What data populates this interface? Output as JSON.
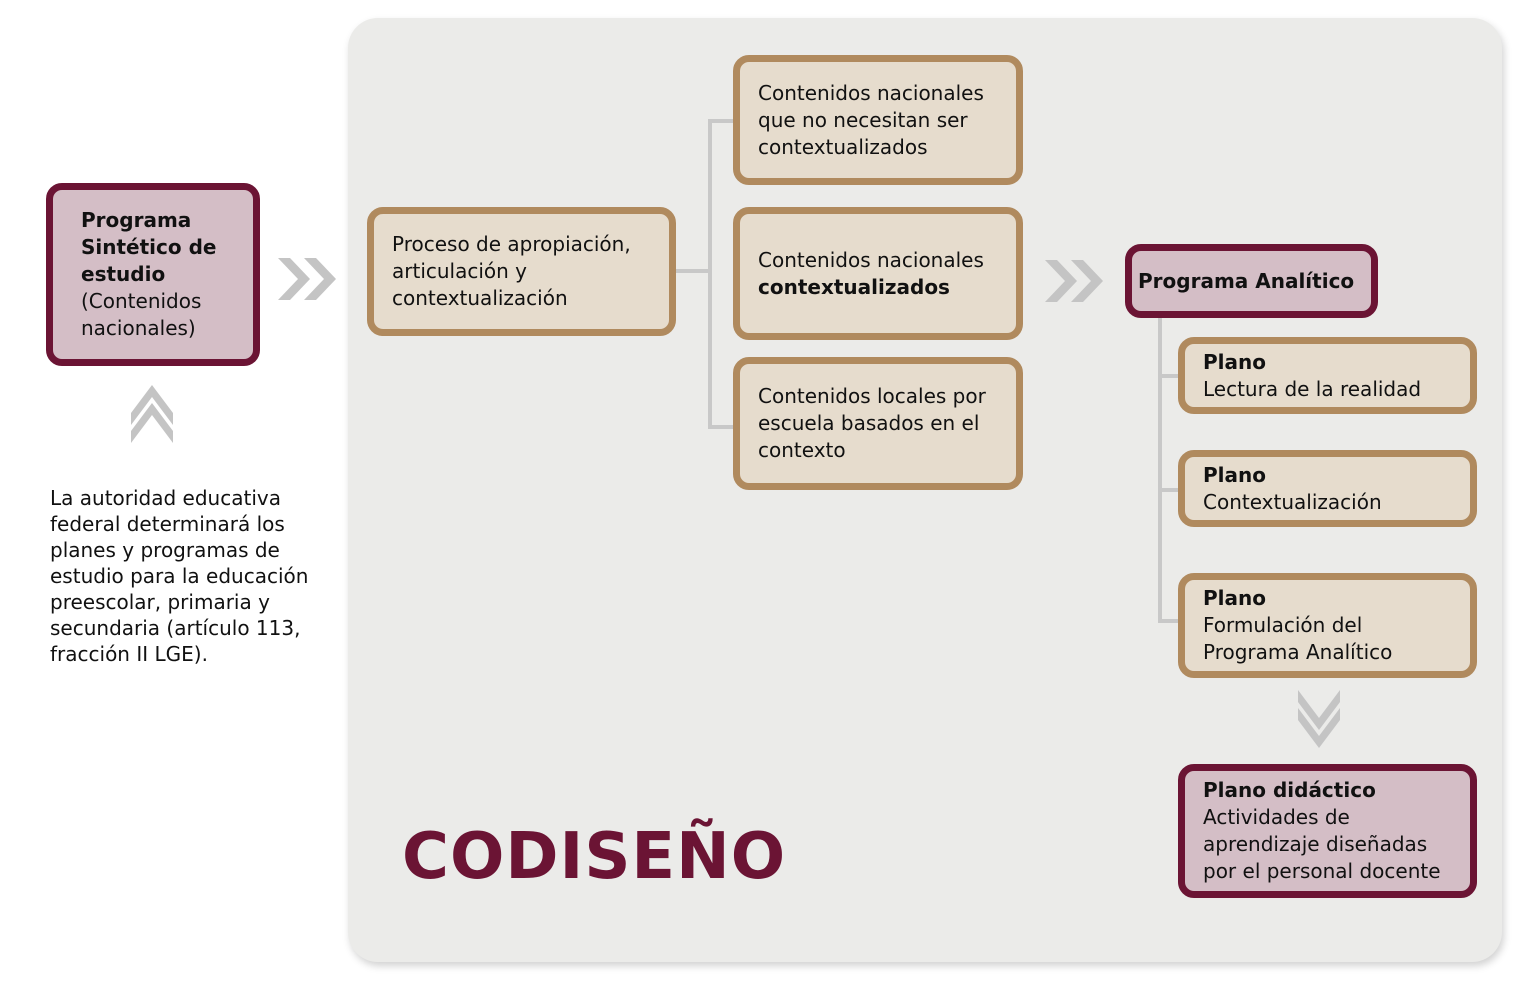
{
  "sintetico": {
    "title": "Programa Sintético de estudio",
    "sub": "(Contenidos nacionales)"
  },
  "note": "La autoridad educativa federal determinará los planes y programas de estudio para la educación preescolar, primaria y secundaria (artículo 113, fracción II LGE).",
  "proceso": "Proceso de apropiación, articulación y contextualización",
  "cn1": "Contenidos nacionales que no necesitan ser contextualizados",
  "cn2": {
    "line1": "Contenidos nacionales",
    "line2": "contextualizados"
  },
  "cl": "Contenidos locales por escuela basados en el contexto",
  "analitico": "Programa Analítico",
  "planos": [
    {
      "title": "Plano",
      "text": "Lectura de la realidad"
    },
    {
      "title": "Plano",
      "text": "Contextualización"
    },
    {
      "title": "Plano",
      "text": "Formulación del Programa Analítico"
    }
  ],
  "didactico": {
    "title": "Plano didáctico",
    "text": "Actividades de aprendizaje diseñadas por el personal docente"
  },
  "codiseno": "CODISEÑO",
  "colors": {
    "maroon": "#6b1434",
    "tan": "#b08a5e",
    "arrow": "#c4c4c4"
  }
}
